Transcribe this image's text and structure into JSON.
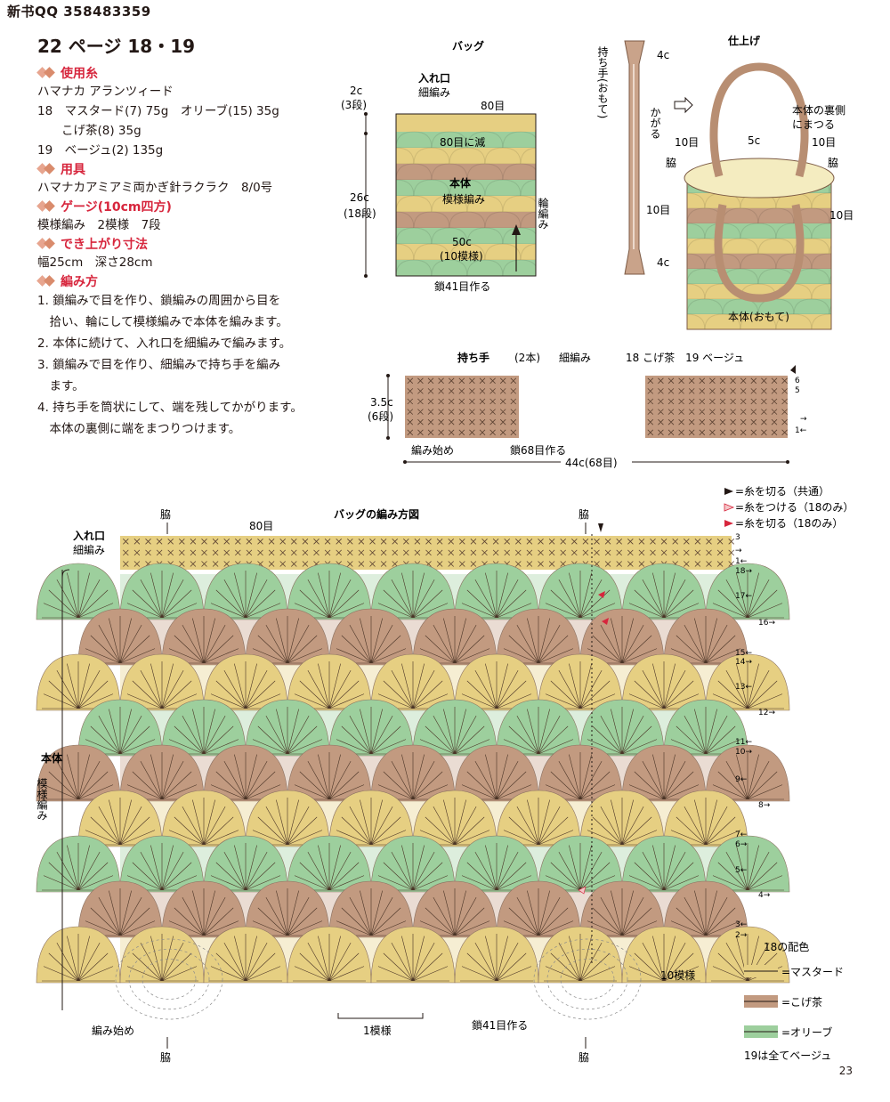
{
  "header": "新书QQ 358483359",
  "title": "22 ページ 18・19",
  "materials": {
    "yarn_head": "使用糸",
    "yarn_lines": [
      "ハマナカ アランツィード",
      "18　マスタード(7) 75g　オリーブ(15) 35g",
      "　　こげ茶(8) 35g",
      "19　ベージュ(2) 135g"
    ],
    "tool_head": "用具",
    "tool_lines": [
      "ハマナカアミアミ両かぎ針ラクラク　8/0号"
    ],
    "gauge_head": "ゲージ(10cm四方)",
    "gauge_lines": [
      "模様編み　2模様　7段"
    ],
    "size_head": "でき上がり寸法",
    "size_lines": [
      "幅25cm　深さ28cm"
    ],
    "method_head": "編み方",
    "method_lines": [
      "1. 鎖編みで目を作り、鎖編みの周囲から目を",
      "　拾い、輪にして模様編みで本体を編みます。",
      "2. 本体に続けて、入れ口を細編みで編みます。",
      "3. 鎖編みで目を作り、細編みで持ち手を編み",
      "　ます。",
      "4. 持ち手を筒状にして、端を残してかがります。",
      "　本体の裏側に端をまつりつけます。"
    ]
  },
  "bag": {
    "title": "バッグ",
    "opening": "入れ口",
    "opening_st": "細編み",
    "stitches_80": "80目",
    "h1": "2c",
    "h1r": "(3段)",
    "decrease": "80目に減",
    "body": "本体",
    "body_st": "模様編み",
    "h2": "26c",
    "h2r": "(18段)",
    "round": "輪編み",
    "w": "50c",
    "wr": "(10模様)",
    "chain": "鎖41目作る"
  },
  "handle": {
    "title": "持ち手",
    "title_side": "持ち手(おもて)",
    "c4a": "4c",
    "c4b": "4c",
    "over": "かがる"
  },
  "finish": {
    "title": "仕上げ",
    "note1": "本体の裏側",
    "note2": "にまつる",
    "t10a": "10目",
    "t5": "5c",
    "t10b": "10目",
    "side_l": "脇",
    "side_r": "脇",
    "t10c": "10目",
    "t10d": "10目",
    "front": "本体(おもて)"
  },
  "handle_chart": {
    "title": "持ち手",
    "count": "(2本)",
    "stitch": "細編み",
    "colors": "18 こげ茶　19 ベージュ",
    "h": "3.5c",
    "hr": "(6段)",
    "start": "編み始め",
    "chain": "鎖68目作る",
    "len": "44c(68目)",
    "rows": [
      "6",
      "5",
      "→",
      "1←"
    ]
  },
  "chart": {
    "title": "バッグの編み方図",
    "side_top_l": "脇",
    "stitches": "80目",
    "side_top_r": "脇",
    "opening": "入れ口",
    "opening_st": "細編み",
    "body": "本体",
    "body_st": "模様編み",
    "start": "編み始め",
    "repeat": "1模様",
    "chain": "鎖41目作る",
    "repeat10": "10模様",
    "side_bot_l": "脇",
    "side_bot_r": "脇",
    "rows": [
      "3",
      "→",
      "1←",
      "18→",
      "17←",
      "16→",
      "15←",
      "14→",
      "13←",
      "12→",
      "11←",
      "10→",
      "9←",
      "8→",
      "7←",
      "6→",
      "5←",
      "4→",
      "3←",
      "2→"
    ]
  },
  "legend": {
    "cut_common": "=糸を切る（共通）",
    "join_18": "=糸をつける（18のみ）",
    "cut_18": "=糸を切る（18のみ）",
    "scheme_title": "18の配色",
    "mustard": "=マスタード",
    "brown": "=こげ茶",
    "olive": "=オリーブ",
    "note19": "19は全てベージュ"
  },
  "page_number": "23",
  "colors": {
    "mustard": "#e6cf82",
    "brown": "#c29a80",
    "olive": "#9dcf9d",
    "red": "#d7263d",
    "ink": "#231815"
  }
}
